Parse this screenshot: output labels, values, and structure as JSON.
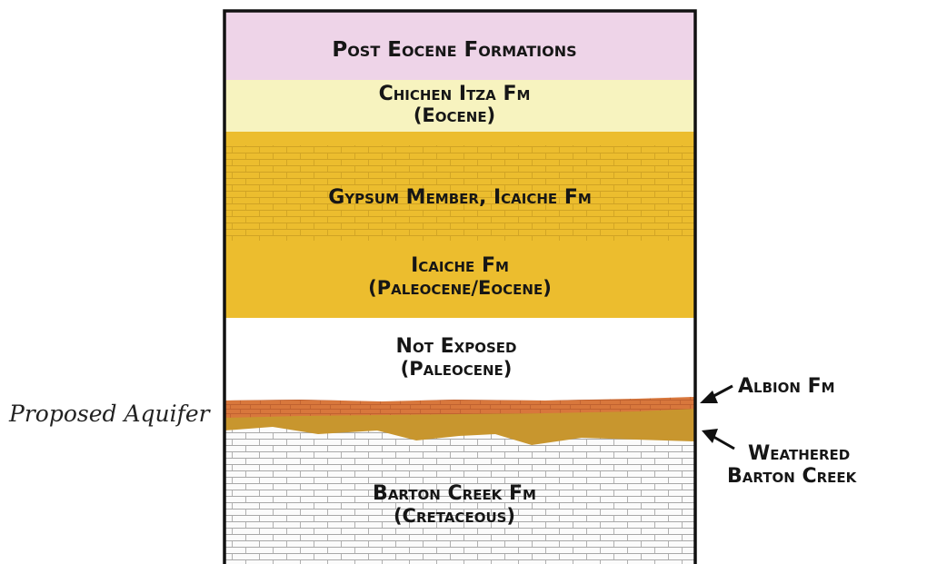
{
  "column": {
    "layers": [
      {
        "id": "post-eocene",
        "name": "Post Eocene Formations",
        "age": "",
        "color": "#eed4e8"
      },
      {
        "id": "chichen-itza",
        "name": "Chichen Itza Fm",
        "age": "(Eocene)",
        "color": "#f7f3bf"
      },
      {
        "id": "gypsum-member",
        "name": "Gypsum Member, Icaiche Fm",
        "age": "",
        "color": "#ecbd2e",
        "pattern": "brick"
      },
      {
        "id": "icaiche",
        "name": "Icaiche Fm",
        "age": "(Paleocene/Eocene)",
        "color": "#ecbd2e"
      },
      {
        "id": "not-exposed",
        "name": "Not Exposed",
        "age": "(Paleocene)",
        "color": "#ffffff"
      },
      {
        "id": "albion",
        "name": "",
        "age": "",
        "color": "#d8773c",
        "pattern": "brick"
      },
      {
        "id": "weathered-barton-creek",
        "name": "",
        "age": "",
        "color": "#c8962e"
      },
      {
        "id": "barton-creek",
        "name": "Barton Creek Fm",
        "age": "(Cretaceous)",
        "color": "#fbfbfb",
        "pattern": "brick-gray"
      }
    ]
  },
  "annotations": {
    "albion": "Albion Fm",
    "weathered_line1": "Weathered",
    "weathered_line2": "Barton Creek",
    "aquifer": "Proposed Aquifer"
  },
  "colors": {
    "border": "#111111",
    "brick_line": "#b98e1c",
    "albion_line": "#b05428",
    "barton_line": "#a8a8a8"
  }
}
